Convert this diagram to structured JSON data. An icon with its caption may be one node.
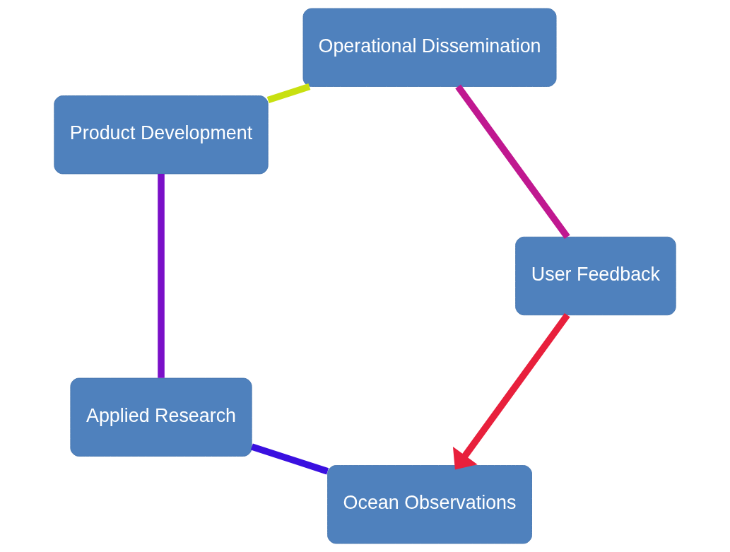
{
  "diagram": {
    "nodes": [
      {
        "text": [
          "Ocean Observations"
        ]
      },
      {
        "text": [
          "Applied Research"
        ]
      },
      {
        "text": [
          "Product Development"
        ]
      },
      {
        "text": [
          "Operational Dissemination"
        ]
      },
      {
        "text": [
          "User Feedback"
        ]
      }
    ],
    "edges": [
      {
        "from": 0,
        "to": 1,
        "arrow": "none",
        "color": "#3a10e0"
      },
      {
        "from": 1,
        "to": 2,
        "arrow": "none",
        "color": "#7a10c8"
      },
      {
        "from": 2,
        "to": 3,
        "arrow": "none",
        "color": "#c8e010"
      },
      {
        "from": 3,
        "to": 4,
        "arrow": "none",
        "color": "#c01890"
      },
      {
        "from": 4,
        "to": 0,
        "arrow": "to",
        "color": "#e8203c"
      }
    ]
  }
}
